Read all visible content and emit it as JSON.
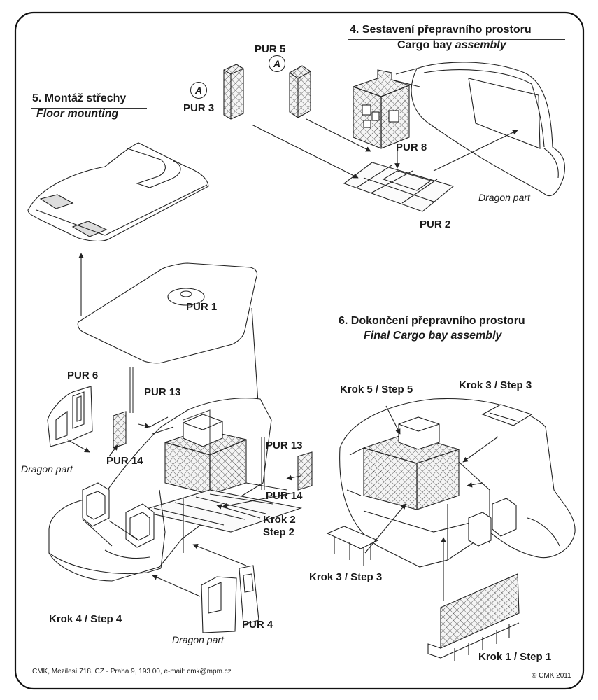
{
  "sections": {
    "s4": {
      "title_cz": "4. Sestavení přepravního prostoru",
      "title_en": "Cargo bay assembly",
      "title_en_prefix": "Cargo bay",
      "title_en_suffix": "assembly"
    },
    "s5": {
      "title_cz": "5. Montáž střechy",
      "title_en": "Floor mounting"
    },
    "s6": {
      "title_cz": "6. Dokončení přepravního prostoru",
      "title_en": "Final Cargo bay assembly"
    }
  },
  "labels": {
    "pur5": "PUR 5",
    "pur3": "PUR 3",
    "pur8": "PUR 8",
    "pur2": "PUR 2",
    "pur1": "PUR 1",
    "pur6": "PUR 6",
    "pur13a": "PUR 13",
    "pur13b": "PUR 13",
    "pur14a": "PUR 14",
    "pur14b": "PUR 14",
    "pur4": "PUR 4",
    "dragon1": "Dragon part",
    "dragon2": "Dragon part",
    "dragon3": "Dragon part",
    "krok2": "Krok 2",
    "step2": "Step 2",
    "krok4": "Krok 4 / Step 4",
    "krok5": "Krok 5 / Step 5",
    "krok3a": "Krok 3 / Step 3",
    "krok3b": "Krok 3 / Step 3",
    "krok1": "Krok 1 / Step 1",
    "callout_a1": "A",
    "callout_a2": "A"
  },
  "footer": {
    "address": "CMK, Mezilesí 718, CZ - Praha 9, 193 00, e-mail: cmk@mpm.cz",
    "copyright": "© CMK 2011"
  }
}
